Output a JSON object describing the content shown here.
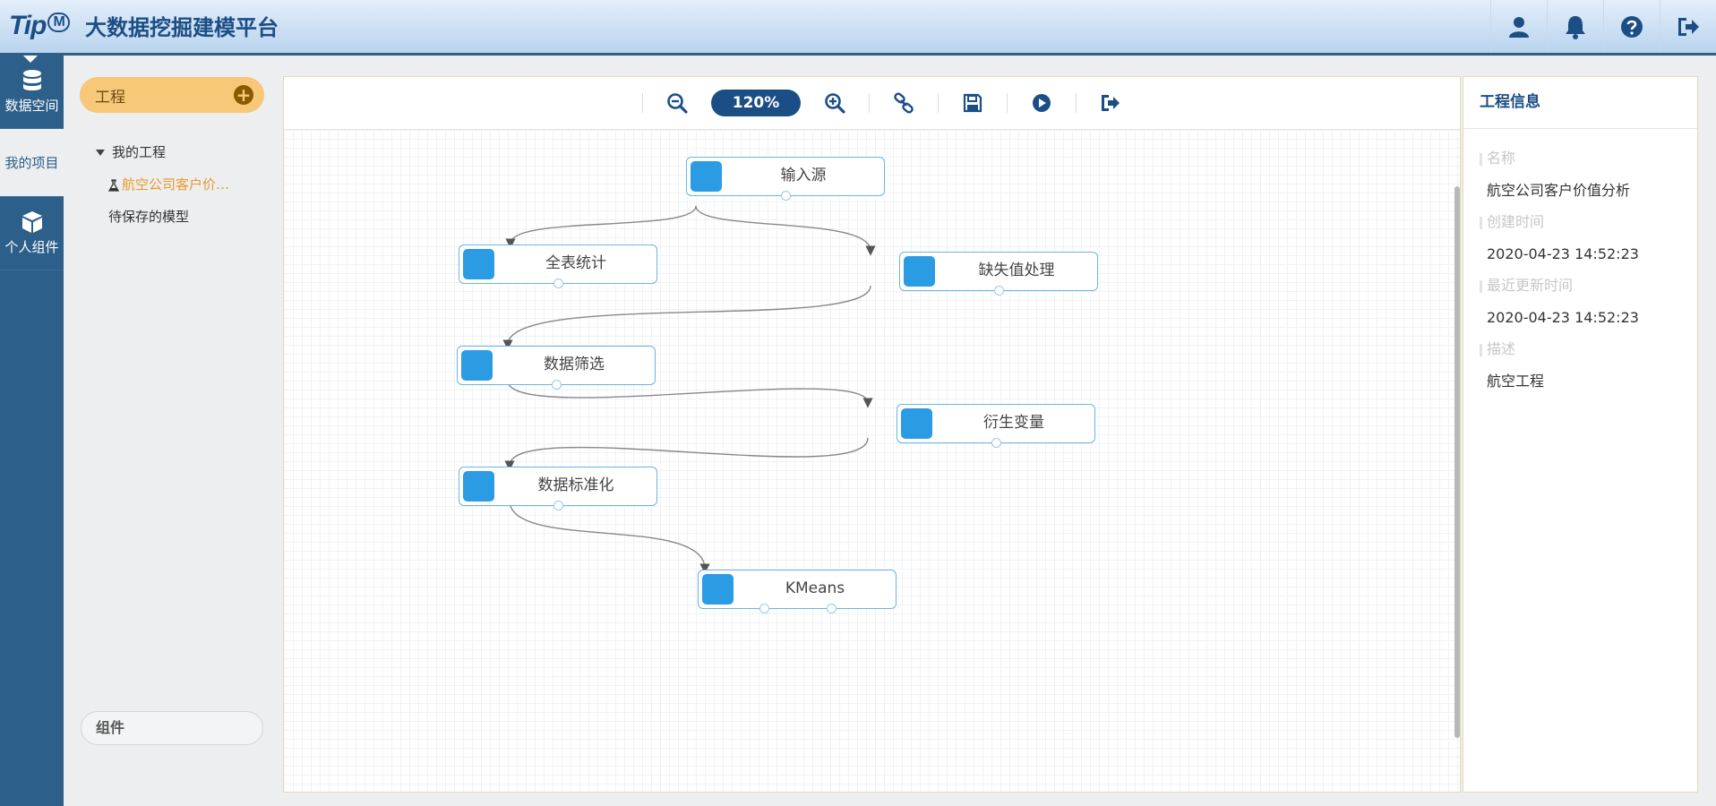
{
  "app": {
    "logo_text": "Tip",
    "logo_mark": "M",
    "title": "大数据挖掘建模平台"
  },
  "header_icons": [
    "user-icon",
    "bell-icon",
    "help-icon",
    "logout-icon"
  ],
  "rail": {
    "items": [
      {
        "label": "数据空间",
        "icon": "database-icon"
      },
      {
        "label": "我的项目",
        "icon": ""
      },
      {
        "label": "个人组件",
        "icon": "cube-icon"
      }
    ]
  },
  "projects": {
    "header_label": "工程",
    "add_label": "+",
    "tree": {
      "root": "我的工程",
      "active_project": "航空公司客户价…",
      "pending": "待保存的模型"
    },
    "component_label": "组件"
  },
  "toolbar": {
    "zoom": "120%",
    "buttons": [
      "zoom-out-icon",
      "zoom-in-icon",
      "link-icon",
      "save-icon",
      "run-icon",
      "exit-icon"
    ]
  },
  "flow": {
    "nodes": [
      {
        "id": "n1",
        "label": "输入源"
      },
      {
        "id": "n2",
        "label": "全表统计"
      },
      {
        "id": "n3",
        "label": "缺失值处理"
      },
      {
        "id": "n4",
        "label": "数据筛选"
      },
      {
        "id": "n5",
        "label": "衍生变量"
      },
      {
        "id": "n6",
        "label": "数据标准化"
      },
      {
        "id": "n7",
        "label": "KMeans"
      }
    ],
    "edges": [
      [
        "n1",
        "n2"
      ],
      [
        "n1",
        "n3"
      ],
      [
        "n3",
        "n4"
      ],
      [
        "n4",
        "n5"
      ],
      [
        "n5",
        "n6"
      ],
      [
        "n6",
        "n7"
      ]
    ]
  },
  "info": {
    "title": "工程信息",
    "name_label": "名称",
    "name_value": "航空公司客户价值分析",
    "created_label": "创建时间",
    "created_value": "2020-04-23 14:52:23",
    "updated_label": "最近更新时间",
    "updated_value": "2020-04-23 14:52:23",
    "desc_label": "描述",
    "desc_value": "航空工程"
  },
  "colors": {
    "brand": "#1c4e86",
    "rail": "#2c5f8a",
    "project_header": "#f6c878",
    "active_project": "#e89a2c",
    "node_icon": "#2b9be4",
    "node_border": "#6ab4e8"
  }
}
